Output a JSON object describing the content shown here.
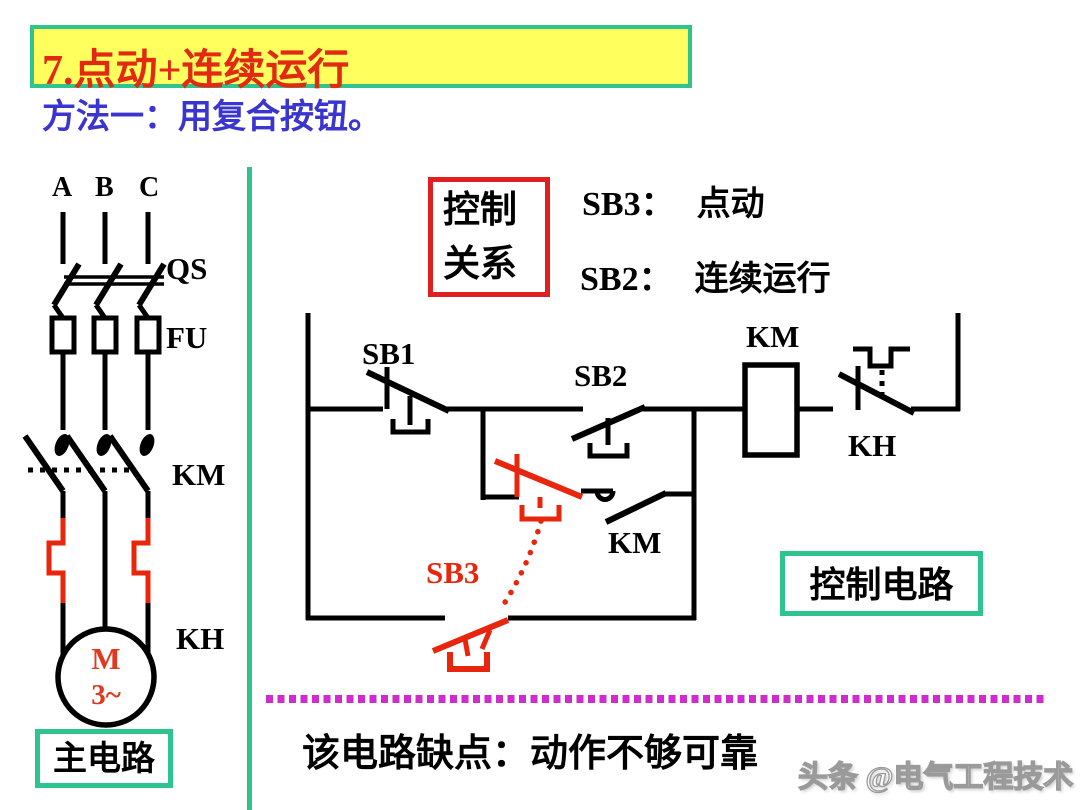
{
  "slide": {
    "title": "7.点动+连续运行",
    "subtitle": "方法一：用复合按钮。",
    "relation": {
      "box_line1": "控制",
      "box_line2": "关系",
      "row1_label": "SB3：",
      "row1_value": "点动",
      "row2_label": "SB2：",
      "row2_value": "连续运行"
    },
    "main_circuit": {
      "phase_a": "A",
      "phase_b": "B",
      "phase_c": "C",
      "qs": "QS",
      "fu": "FU",
      "km": "KM",
      "kh": "KH",
      "motor_line1": "M",
      "motor_line2": "3~",
      "caption": "主电路"
    },
    "control_circuit": {
      "sb1": "SB1",
      "sb2": "SB2",
      "sb3": "SB3",
      "km_coil": "KM",
      "km_aux": "KM",
      "kh": "KH",
      "caption": "控制电路"
    },
    "footer": {
      "note": "该电路缺点：动作不够可靠",
      "watermark": "头条 @电气工程技术"
    },
    "colors": {
      "title_bg": "#FFFF5E",
      "title_text": "#E22A12",
      "teal_border": "#2EC48E",
      "red_border": "#E02020",
      "subtitle_blue": "#3A35CF",
      "circuit_red": "#E8250D",
      "separator_magenta": "#CF2BCF"
    }
  }
}
